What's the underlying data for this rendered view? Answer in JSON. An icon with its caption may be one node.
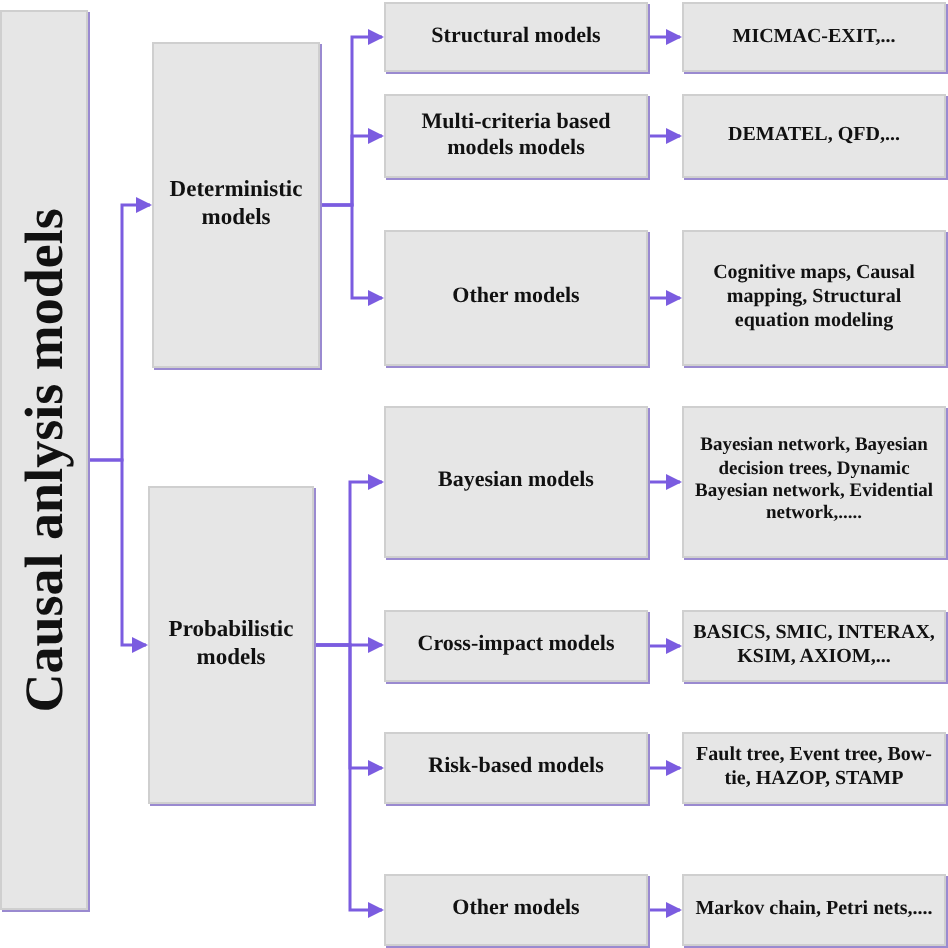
{
  "diagram": {
    "nodes": [
      {
        "text": [
          "Causal anlysis models"
        ]
      },
      {
        "text": [
          "Deterministic models"
        ]
      },
      {
        "text": [
          "Probabilistic models"
        ]
      },
      {
        "text": [
          "Structural models"
        ]
      },
      {
        "text": [
          "Multi-criteria based models models"
        ]
      },
      {
        "text": [
          "Other models"
        ]
      },
      {
        "text": [
          "Bayesian models"
        ]
      },
      {
        "text": [
          "Cross-impact models"
        ]
      },
      {
        "text": [
          "Risk-based models"
        ]
      },
      {
        "text": [
          "Other models"
        ]
      },
      {
        "text": [
          "MICMAC-EXIT,..."
        ]
      },
      {
        "text": [
          "DEMATEL,  QFD,..."
        ]
      },
      {
        "text": [
          "Cognitive maps, Causal mapping, Structural equation modeling"
        ]
      },
      {
        "text": [
          "Bayesian network, Bayesian decision trees, Dynamic Bayesian network, Evidential network,....."
        ]
      },
      {
        "text": [
          "BASICS, SMIC, INTERAX, KSIM, AXIOM,..."
        ]
      },
      {
        "text": [
          "Fault tree, Event tree, Bow-tie, HAZOP, STAMP"
        ]
      },
      {
        "text": [
          "Markov chain, Petri nets,...."
        ]
      }
    ],
    "edges": [
      {
        "from": 0,
        "to": 1,
        "arrow": "to"
      },
      {
        "from": 0,
        "to": 2,
        "arrow": "to"
      },
      {
        "from": 1,
        "to": 3,
        "arrow": "to"
      },
      {
        "from": 1,
        "to": 4,
        "arrow": "to"
      },
      {
        "from": 1,
        "to": 5,
        "arrow": "to"
      },
      {
        "from": 2,
        "to": 6,
        "arrow": "to"
      },
      {
        "from": 2,
        "to": 7,
        "arrow": "to"
      },
      {
        "from": 2,
        "to": 8,
        "arrow": "to"
      },
      {
        "from": 2,
        "to": 9,
        "arrow": "to"
      },
      {
        "from": 3,
        "to": 10,
        "arrow": "to"
      },
      {
        "from": 4,
        "to": 11,
        "arrow": "to"
      },
      {
        "from": 5,
        "to": 12,
        "arrow": "to"
      },
      {
        "from": 6,
        "to": 13,
        "arrow": "to"
      },
      {
        "from": 7,
        "to": 14,
        "arrow": "to"
      },
      {
        "from": 8,
        "to": 15,
        "arrow": "to"
      },
      {
        "from": 9,
        "to": 16,
        "arrow": "to"
      }
    ]
  }
}
